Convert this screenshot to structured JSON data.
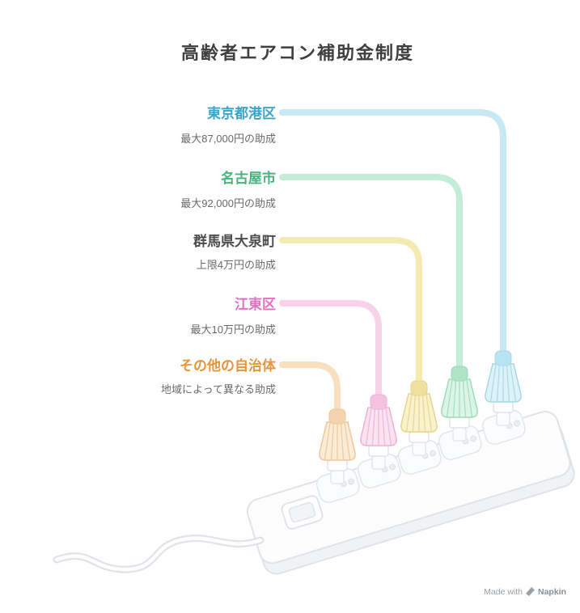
{
  "title": "高齢者エアコン補助金制度",
  "colors": {
    "title": "#3F3F3F",
    "subtext": "#6A6A6A",
    "footer_text": "#9AA0A6",
    "footer_brand": "#8B9095"
  },
  "entries": [
    {
      "label": "東京都港区",
      "sub": "最大87,000円の助成",
      "label_color": "#39A5C9",
      "cable": "#C8E9F4",
      "plug_fill": "#DEF2F9",
      "plug_stroke": "#A6D7E8",
      "cap": "#B9E3F0"
    },
    {
      "label": "名古屋市",
      "sub": "最大92,000円の助成",
      "label_color": "#45B57E",
      "cable": "#C3EDD6",
      "plug_fill": "#DCF5E8",
      "plug_stroke": "#9BDCBA",
      "cap": "#AEE5C7"
    },
    {
      "label": "群馬県大泉町",
      "sub": "上限4万円の助成",
      "label_color": "#4D4D4D",
      "cable": "#F5EAB2",
      "plug_fill": "#FAF2CD",
      "plug_stroke": "#E5D489",
      "cap": "#EFE09E"
    },
    {
      "label": "江東区",
      "sub": "最大10万円の助成",
      "label_color": "#E170C1",
      "cable": "#F8D2E8",
      "plug_fill": "#FBE4F1",
      "plug_stroke": "#EFAFD6",
      "cap": "#F4C3E0"
    },
    {
      "label": "その他の自治体",
      "sub": "地域によって異なる助成",
      "label_color": "#E6953B",
      "cable": "#F8DFC0",
      "plug_fill": "#FBECD7",
      "plug_stroke": "#EFC697",
      "cap": "#F4D4AE"
    }
  ],
  "footer": {
    "made_with": "Made with",
    "brand": "Napkin"
  }
}
